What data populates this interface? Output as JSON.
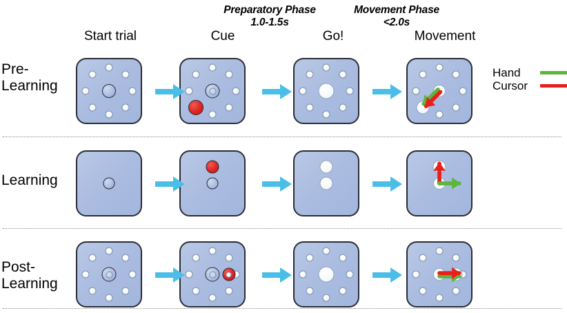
{
  "header": {
    "phases": [
      {
        "name": "preparatory-phase",
        "text": "Preparatory Phase\n1.0-1.5s"
      },
      {
        "name": "movement-phase",
        "text": "Movement Phase\n<2.0s"
      }
    ],
    "columns": [
      "Start trial",
      "Cue",
      "Go!",
      "Movement"
    ]
  },
  "rows": [
    {
      "label": "Pre-\nLearning",
      "name": "pre-learning"
    },
    {
      "label": "Learning",
      "name": "learning"
    },
    {
      "label": "Post-\nLearning",
      "name": "post-learning"
    }
  ],
  "legend": {
    "items": [
      {
        "label": "Hand",
        "color": "#5cb63c",
        "name": "hand"
      },
      {
        "label": "Cursor",
        "color": "#e8201c",
        "name": "cursor"
      }
    ]
  },
  "colors": {
    "panel_fill": "#aebfe0",
    "panel_border": "#2b2b36",
    "flow_arrow": "#4bbee8",
    "target_red": "#e02421",
    "hand_green": "#5cb63c",
    "cursor_red": "#e8201c",
    "divider": "#8a8a8a"
  },
  "chart_data": {
    "type": "diagram",
    "title": "Visuomotor adaptation trial structure",
    "rows": [
      {
        "condition": "Pre-Learning",
        "panels": [
          {
            "stage": "Start trial",
            "targets": 8,
            "center": "blue-disc",
            "cue": null,
            "arrows": []
          },
          {
            "stage": "Cue",
            "targets": 8,
            "center": "blue-ring",
            "cue": "lower-left",
            "arrows": []
          },
          {
            "stage": "Go!",
            "targets": 8,
            "center": "white-large",
            "cue": null,
            "arrows": []
          },
          {
            "stage": "Movement",
            "targets": 8,
            "center": "white-cursor",
            "cue": null,
            "arrows": [
              {
                "series": "Hand",
                "color": "#5cb63c",
                "direction": "lower-left",
                "angle_deg": 225
              },
              {
                "series": "Cursor",
                "color": "#e8201c",
                "direction": "lower-left",
                "angle_deg": 225
              }
            ],
            "note": "hand and cursor aligned"
          }
        ]
      },
      {
        "condition": "Learning",
        "panels": [
          {
            "stage": "Start trial",
            "targets": 0,
            "center": "blue-disc",
            "cue": null,
            "arrows": []
          },
          {
            "stage": "Cue",
            "targets": 0,
            "center": "blue-disc",
            "cue": "up",
            "arrows": []
          },
          {
            "stage": "Go!",
            "targets": 0,
            "center": "white-mid",
            "cue": "up-white",
            "arrows": []
          },
          {
            "stage": "Movement",
            "targets": 0,
            "center": "white-cursor",
            "cue": "up-white",
            "arrows": [
              {
                "series": "Cursor",
                "color": "#e8201c",
                "direction": "up",
                "angle_deg": 90
              },
              {
                "series": "Hand",
                "color": "#5cb63c",
                "direction": "right",
                "angle_deg": 0
              }
            ],
            "note": "hand rotated relative to cursor"
          }
        ]
      },
      {
        "condition": "Post-Learning",
        "panels": [
          {
            "stage": "Start trial",
            "targets": 8,
            "center": "blue-ring",
            "cue": null,
            "arrows": []
          },
          {
            "stage": "Cue",
            "targets": 8,
            "center": "blue-ring",
            "cue": "right",
            "arrows": []
          },
          {
            "stage": "Go!",
            "targets": 8,
            "center": "white-large",
            "cue": null,
            "arrows": []
          },
          {
            "stage": "Movement",
            "targets": 8,
            "center": "white-cursor",
            "cue": null,
            "arrows": [
              {
                "series": "Hand",
                "color": "#5cb63c",
                "direction": "right",
                "angle_deg": 0
              },
              {
                "series": "Cursor",
                "color": "#e8201c",
                "direction": "right",
                "angle_deg": 0
              }
            ],
            "note": "hand and cursor realigned"
          }
        ]
      }
    ]
  }
}
